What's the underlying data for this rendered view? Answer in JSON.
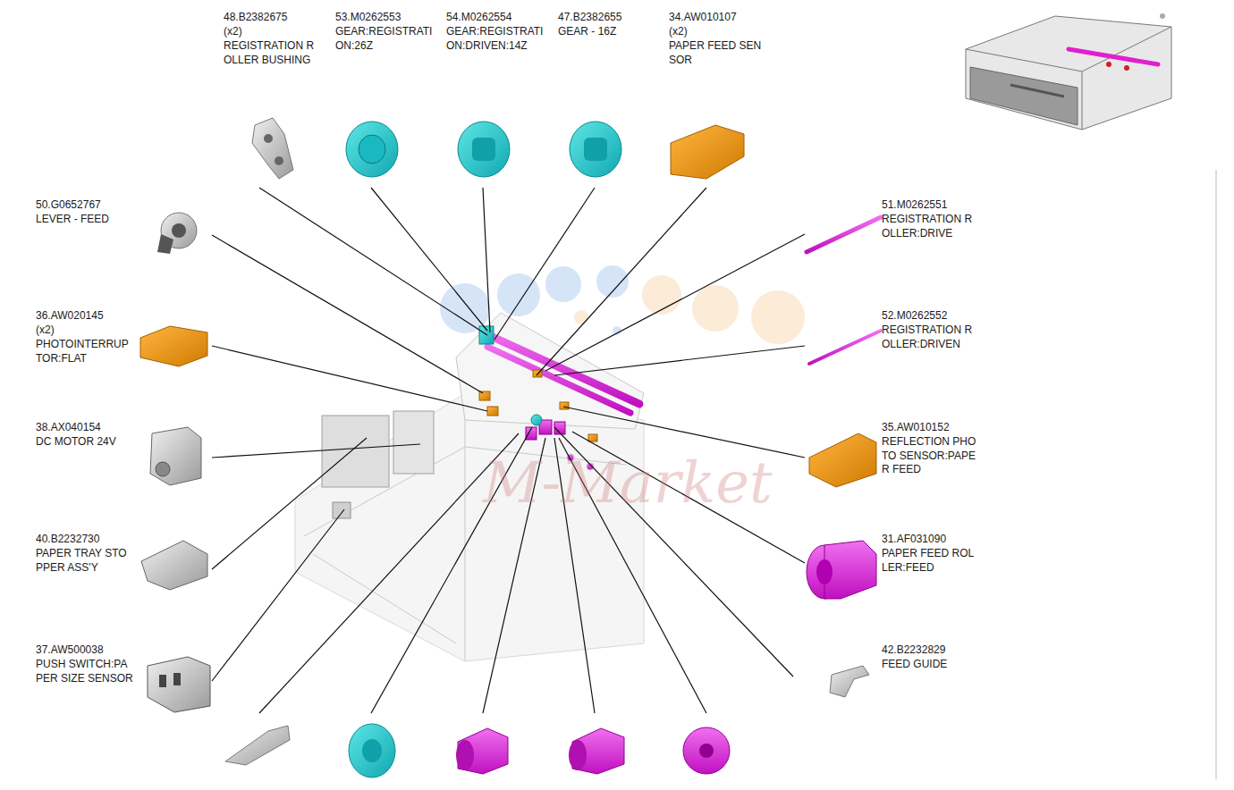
{
  "diagram": {
    "labels": [
      "48.B2382675",
      "(x2)",
      "REGISTRATION R OLLER BUSHING",
      "53.M0262553",
      "GEAR:REGISTRATI ON:26Z",
      "54.M0262554",
      "GEAR:REGISTRATI ON:DRIVEN:14Z",
      "47.B2382655",
      "GEAR - 16Z",
      "34.AW010107",
      "(x2)",
      "PAPER FEED SEN SOR",
      "50.G0652767",
      "LEVER - FEED",
      "36.AW020145",
      "(x2)",
      "PHOTOINTERRUP TOR:FLAT",
      "38.AX040154",
      "DC MOTOR 24V",
      "40.B2232730",
      "PAPER TRAY STO PPER ASS'Y",
      "37.AW500038",
      "PUSH SWITCH:PA PER SIZE SENSOR",
      "51.M0262551",
      "REGISTRATION R OLLER:DRIVE",
      "52.M0262552",
      "REGISTRATION R OLLER:DRIVEN",
      "35.AW010152",
      "REFLECTION PHO TO SENSOR:PAPE R FEED",
      "31.AF031090",
      "PAPER FEED ROL LER:FEED",
      "42.B2232829",
      "FEED GUIDE",
      "M-Market"
    ]
  }
}
